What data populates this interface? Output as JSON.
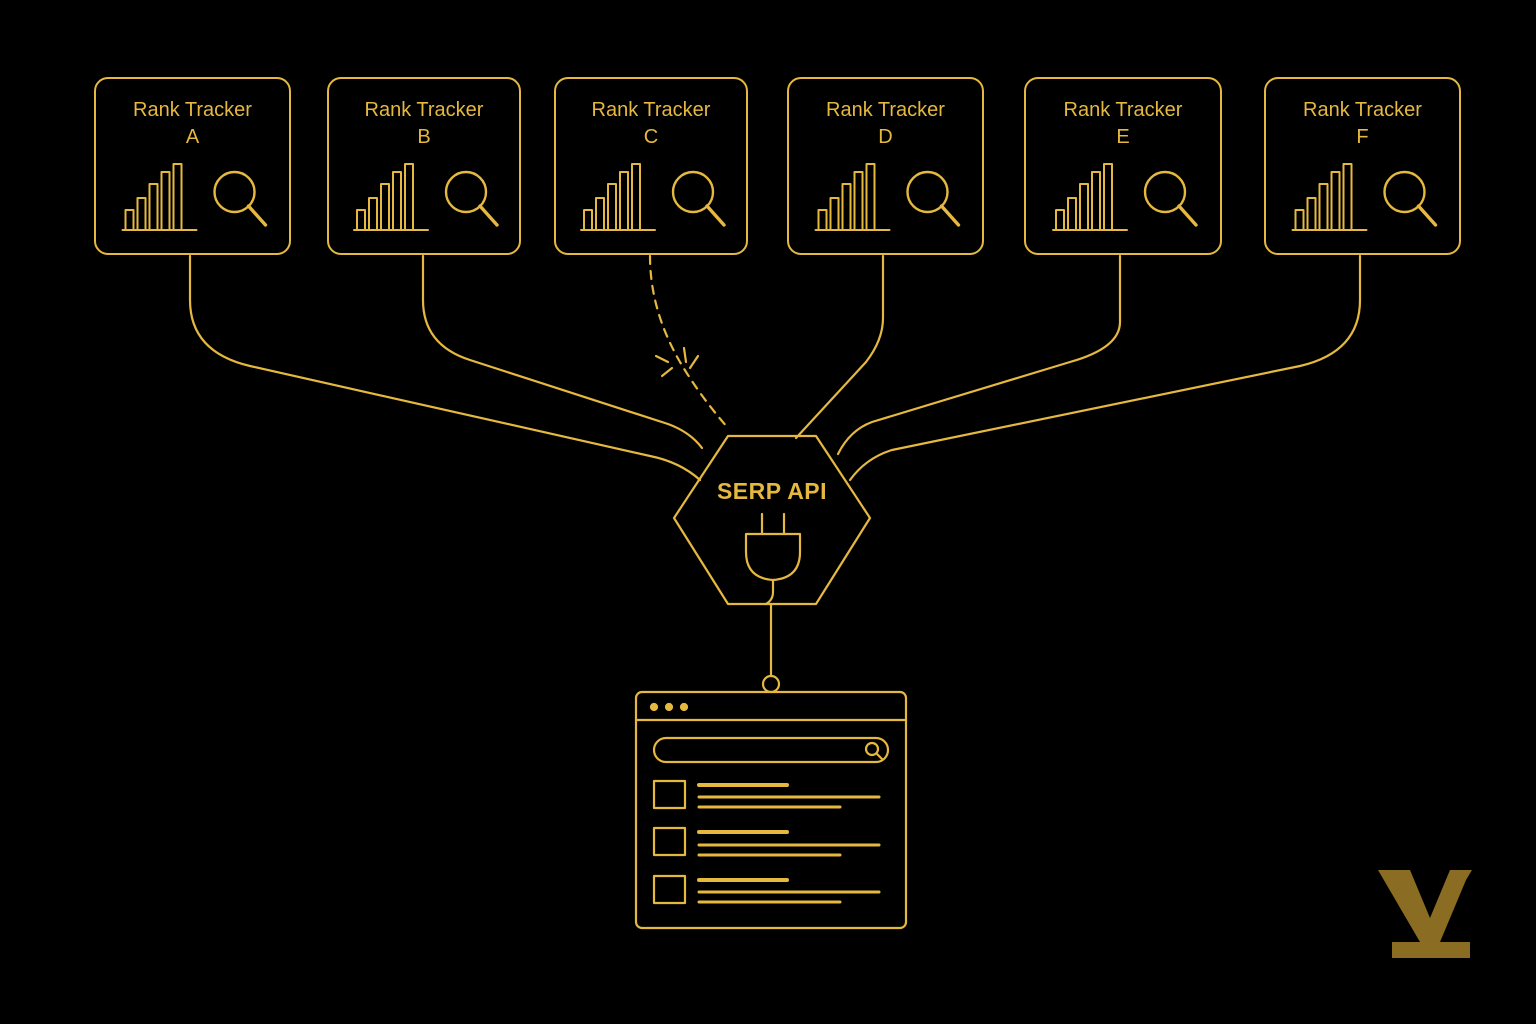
{
  "colors": {
    "background": "#000000",
    "accent": "#E5B83F",
    "logo": "#8A6D22"
  },
  "trackers": [
    {
      "title": "Rank Tracker",
      "id": "A",
      "connection": "connected",
      "icons": [
        "bar-chart-icon",
        "magnifier-icon"
      ]
    },
    {
      "title": "Rank Tracker",
      "id": "B",
      "connection": "connected",
      "icons": [
        "bar-chart-icon",
        "magnifier-icon"
      ]
    },
    {
      "title": "Rank Tracker",
      "id": "C",
      "connection": "broken",
      "icons": [
        "bar-chart-icon",
        "magnifier-icon"
      ]
    },
    {
      "title": "Rank Tracker",
      "id": "D",
      "connection": "connected",
      "icons": [
        "bar-chart-icon",
        "magnifier-icon"
      ]
    },
    {
      "title": "Rank Tracker",
      "id": "E",
      "connection": "connected",
      "icons": [
        "bar-chart-icon",
        "magnifier-icon"
      ]
    },
    {
      "title": "Rank Tracker",
      "id": "F",
      "connection": "connected",
      "icons": [
        "bar-chart-icon",
        "magnifier-icon"
      ]
    }
  ],
  "hub": {
    "title": "SERP API",
    "icon": "plug-icon"
  },
  "browser": {
    "icon": "browser-window-icon",
    "search_icon": "search-icon",
    "result_rows": 3
  },
  "logo": {
    "icon": "brand-logo-icon"
  }
}
